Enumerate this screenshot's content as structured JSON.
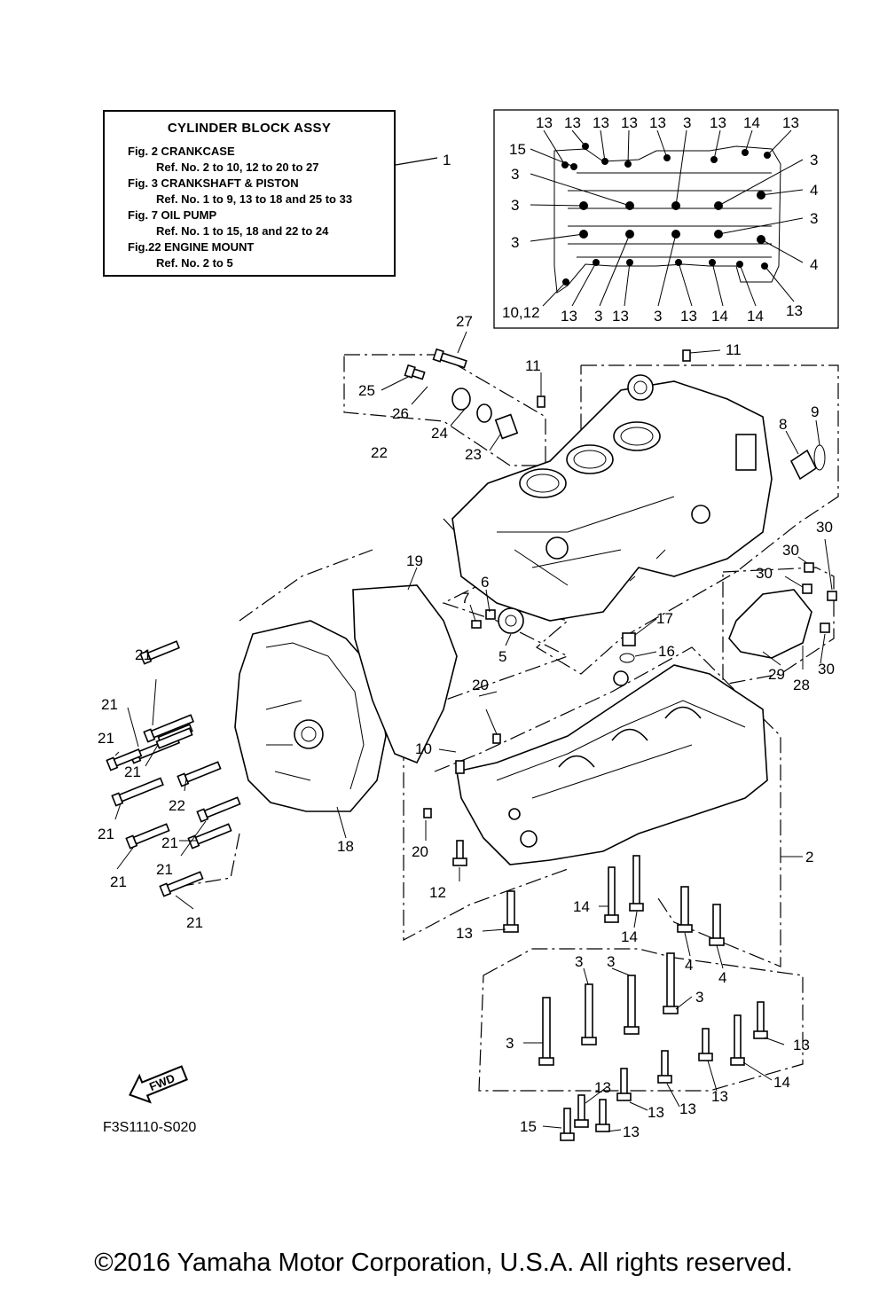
{
  "legend": {
    "title": "CYLINDER BLOCK ASSY",
    "rows": [
      "Fig.  2 CRANKCASE",
      "Ref. No. 2 to 10, 12 to 20 to 27",
      "Fig.  3 CRANKSHAFT & PISTON",
      "Ref. No. 1 to 9, 13 to 18 and 25 to 33",
      "Fig. 7 OIL PUMP",
      "Ref. No. 1 to 15, 18 and 22 to 24",
      "Fig.22 ENGINE MOUNT",
      "Ref. No. 2 to 5"
    ]
  },
  "inset": {
    "top_labels": [
      "13",
      "13",
      "13",
      "13",
      "13",
      "3",
      "13",
      "14",
      "13"
    ],
    "left_labels": [
      "15",
      "3",
      "3",
      "3"
    ],
    "right_labels": [
      "3",
      "4",
      "3",
      "4"
    ],
    "bottom_labels": [
      "10,12",
      "13",
      "3",
      "13",
      "3",
      "13",
      "14",
      "14",
      "13"
    ]
  },
  "callouts": {
    "c1": "1",
    "c2": "2",
    "c27": "27",
    "c25": "25",
    "c26": "26",
    "c22a": "22",
    "c24": "24",
    "c23": "23",
    "c11a": "11",
    "c11b": "11",
    "c8": "8",
    "c9": "9",
    "c19": "19",
    "c6": "6",
    "c7": "7",
    "c5": "5",
    "c17": "17",
    "c16": "16",
    "c30a": "30",
    "c30b": "30",
    "c30c": "30",
    "c30d": "30",
    "c28": "28",
    "c29": "29",
    "c20a": "20",
    "c10": "10",
    "c20b": "20",
    "c12": "12",
    "c18": "18",
    "c21a": "21",
    "c21b": "21",
    "c21c": "21",
    "c21d": "21",
    "c21e": "21",
    "c21f": "21",
    "c21g": "21",
    "c21h": "21",
    "c21i": "21",
    "c22b": "22",
    "c13a": "13",
    "c14a": "14",
    "c14b": "14",
    "c4a": "4",
    "c4b": "4",
    "c3a": "3",
    "c3b": "3",
    "c3c": "3",
    "c3d": "3",
    "c13b": "13",
    "c14c": "14",
    "c13c": "13",
    "c13d": "13",
    "c13e": "13",
    "c13f": "13",
    "c13g": "13",
    "c15": "15"
  },
  "fwd_label": "FWD",
  "drawing_code": "F3S1110-S020",
  "copyright": "©2016 Yamaha Motor Corporation, U.S.A. All rights reserved."
}
